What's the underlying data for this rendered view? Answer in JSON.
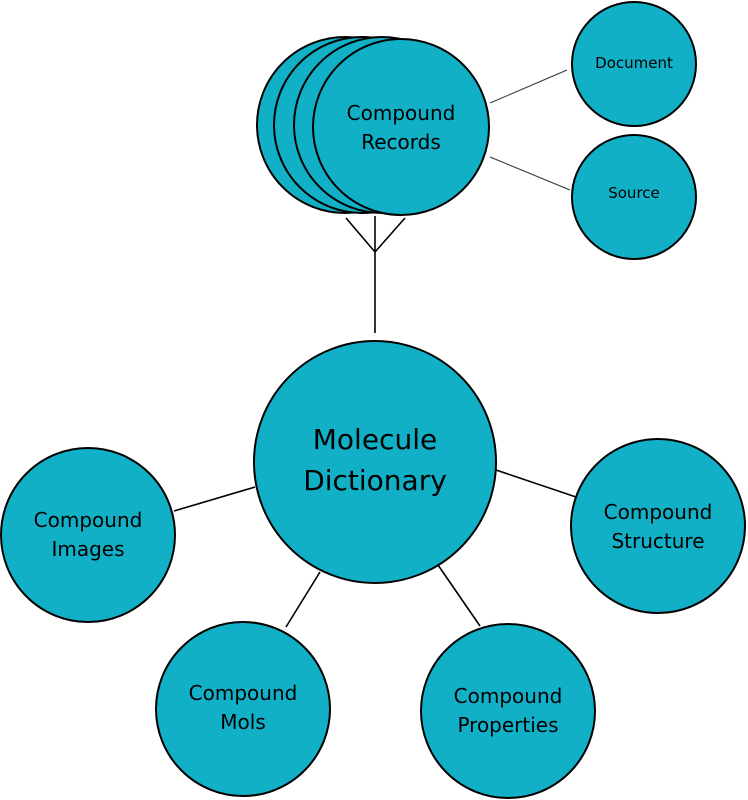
{
  "colors": {
    "node_fill": "#12b0c6",
    "node_stroke": "#000000"
  },
  "nodes": {
    "molecule_dictionary": {
      "line1": "Molecule",
      "line2": "Dictionary"
    },
    "compound_records": {
      "line1": "Compound",
      "line2": "Records"
    },
    "document": {
      "label": "Document"
    },
    "source": {
      "label": "Source"
    },
    "compound_images": {
      "line1": "Compound",
      "line2": "Images"
    },
    "compound_structure": {
      "line1": "Compound",
      "line2": "Structure"
    },
    "compound_mols": {
      "line1": "Compound",
      "line2": "Mols"
    },
    "compound_properties": {
      "line1": "Compound",
      "line2": "Properties"
    }
  },
  "relationships": [
    {
      "from": "Molecule Dictionary",
      "to": "Compound Records",
      "cardinality": "one-to-many"
    },
    {
      "from": "Compound Records",
      "to": "Document"
    },
    {
      "from": "Compound Records",
      "to": "Source"
    },
    {
      "from": "Molecule Dictionary",
      "to": "Compound Images"
    },
    {
      "from": "Molecule Dictionary",
      "to": "Compound Structure"
    },
    {
      "from": "Molecule Dictionary",
      "to": "Compound Mols"
    },
    {
      "from": "Molecule Dictionary",
      "to": "Compound Properties"
    }
  ]
}
